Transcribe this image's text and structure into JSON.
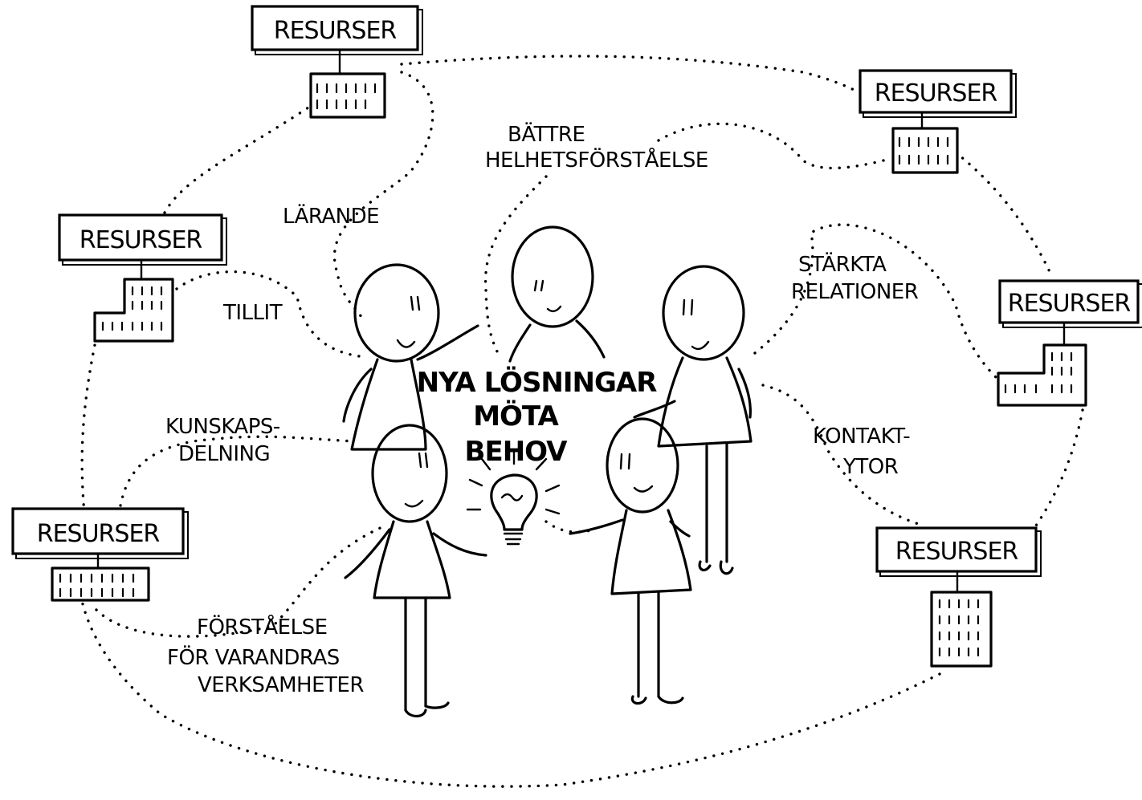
{
  "resource_label": "RESURSER",
  "labels": {
    "battre_line1": "BÄTTRE",
    "battre_line2": "HELHETSFÖRSTÅELSE",
    "larande": "LÄRANDE",
    "tillit": "TILLIT",
    "kunskaps_line1": "KUNSKAPS-",
    "kunskaps_line2": "DELNING",
    "forstaelse_line1": "FÖRSTÅELSE",
    "forstaelse_line2": "FÖR VARANDRAS",
    "forstaelse_line3": "VERKSAMHETER",
    "starkta_line1": "STÄRKTA",
    "starkta_line2": "RELATIONER",
    "kontakt_line1": "KONTAKT-",
    "kontakt_line2": "YTOR"
  },
  "center": {
    "line1": "NYA LÖSNINGAR",
    "line2": "MÖTA",
    "line3": "BEHOV"
  }
}
